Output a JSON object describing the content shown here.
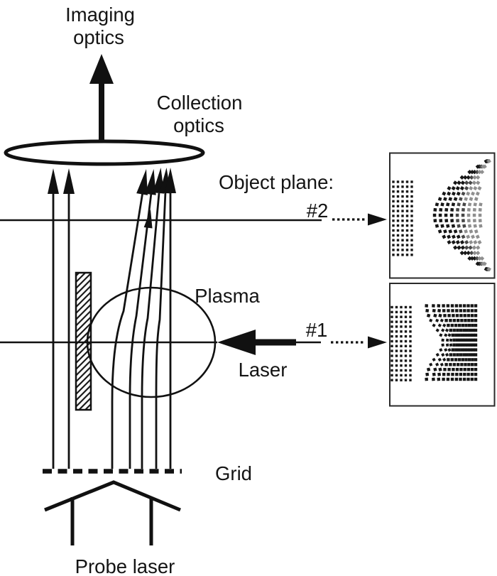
{
  "labels": {
    "imaging1": "Imaging",
    "imaging2": "optics",
    "collection1": "Collection",
    "collection2": "optics",
    "object_plane": "Object plane:",
    "plane2": "#2",
    "plane1": "#1",
    "plasma": "Plasma",
    "laser": "Laser",
    "grid": "Grid",
    "probe_laser": "Probe laser"
  },
  "colors": {
    "ink": "#111111",
    "text": "#141414",
    "dot_dark": "#161616",
    "dot_mid": "#474747",
    "dot_gray": "#8f8f8f",
    "inset_border": "#2a2a2a",
    "background": "#ffffff"
  },
  "insets": {
    "plane2_image": {
      "description": "object plane #2 image: regular reference dot grid left, crescent-shaped deflected dot pattern right",
      "reference_grid": {
        "cols": 5,
        "rows": 16
      },
      "pattern": "crescent-deflected-grid"
    },
    "plane1_image": {
      "description": "object plane #1 image: regular reference dot grid left, pinched deflected dot grid right",
      "reference_grid": {
        "cols": 5,
        "rows": 16
      },
      "deflected_grid": {
        "cols": 12,
        "rows": 16
      },
      "pattern": "pinched-grid"
    }
  }
}
